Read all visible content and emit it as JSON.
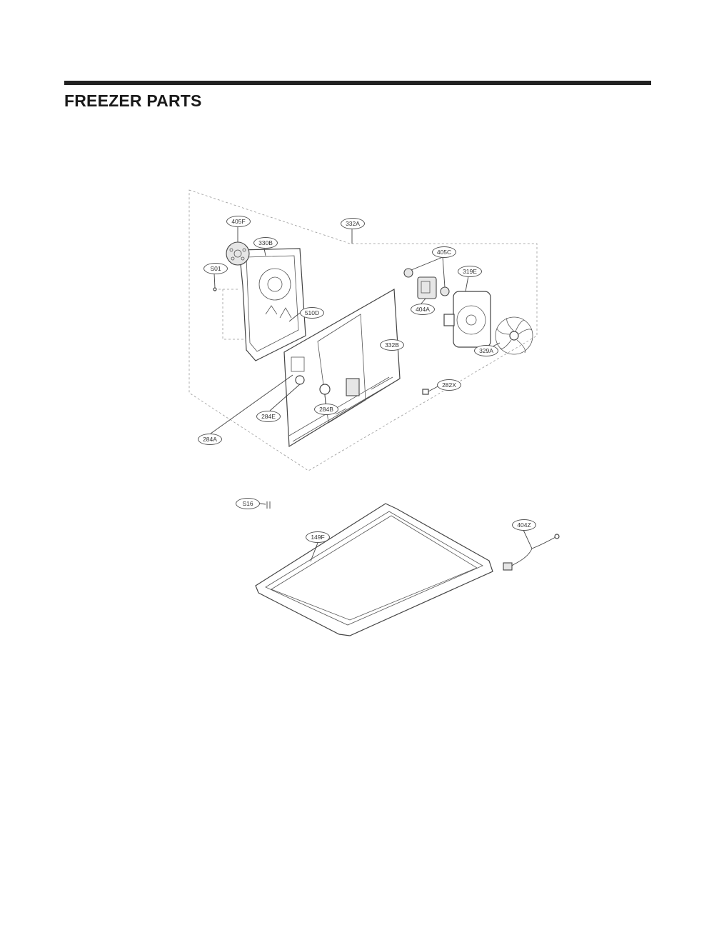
{
  "page": {
    "title": "FREEZER PARTS"
  },
  "callouts": [
    {
      "id": "405F"
    },
    {
      "id": "330B"
    },
    {
      "id": "S01"
    },
    {
      "id": "510D"
    },
    {
      "id": "332A"
    },
    {
      "id": "405C"
    },
    {
      "id": "319E"
    },
    {
      "id": "404A"
    },
    {
      "id": "329A"
    },
    {
      "id": "332B"
    },
    {
      "id": "282X"
    },
    {
      "id": "284B"
    },
    {
      "id": "284E"
    },
    {
      "id": "284A"
    },
    {
      "id": "S16"
    },
    {
      "id": "149F"
    },
    {
      "id": "404Z"
    }
  ]
}
